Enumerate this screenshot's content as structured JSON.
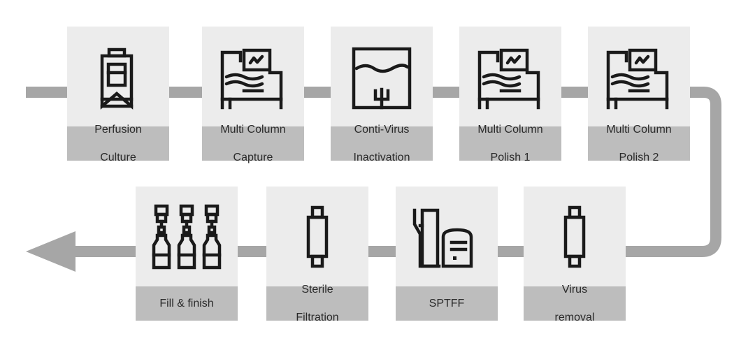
{
  "diagram": {
    "connector_color": "#a6a6a6",
    "tile_color": "#ececec",
    "label_color": "#bdbdbd",
    "steps": [
      {
        "label_line1": "Perfusion",
        "label_line2": "Culture",
        "icon": "bioreactor-icon"
      },
      {
        "label_line1": "Multi Column",
        "label_line2": "Capture",
        "icon": "chromatography-system-icon"
      },
      {
        "label_line1": "Conti-Virus",
        "label_line2": "Inactivation",
        "icon": "inactivation-tank-icon"
      },
      {
        "label_line1": "Multi Column",
        "label_line2": "Polish 1",
        "icon": "chromatography-system-icon"
      },
      {
        "label_line1": "Multi Column",
        "label_line2": "Polish 2",
        "icon": "chromatography-system-icon"
      },
      {
        "label_line1": "Virus",
        "label_line2": "removal",
        "icon": "filter-capsule-icon"
      },
      {
        "label_line1": "SPTFF",
        "label_line2": "",
        "icon": "tff-system-icon"
      },
      {
        "label_line1": "Sterile",
        "label_line2": "Filtration",
        "icon": "filter-capsule-icon"
      },
      {
        "label_line1": "Fill & finish",
        "label_line2": "",
        "icon": "vial-filling-icon"
      }
    ]
  }
}
